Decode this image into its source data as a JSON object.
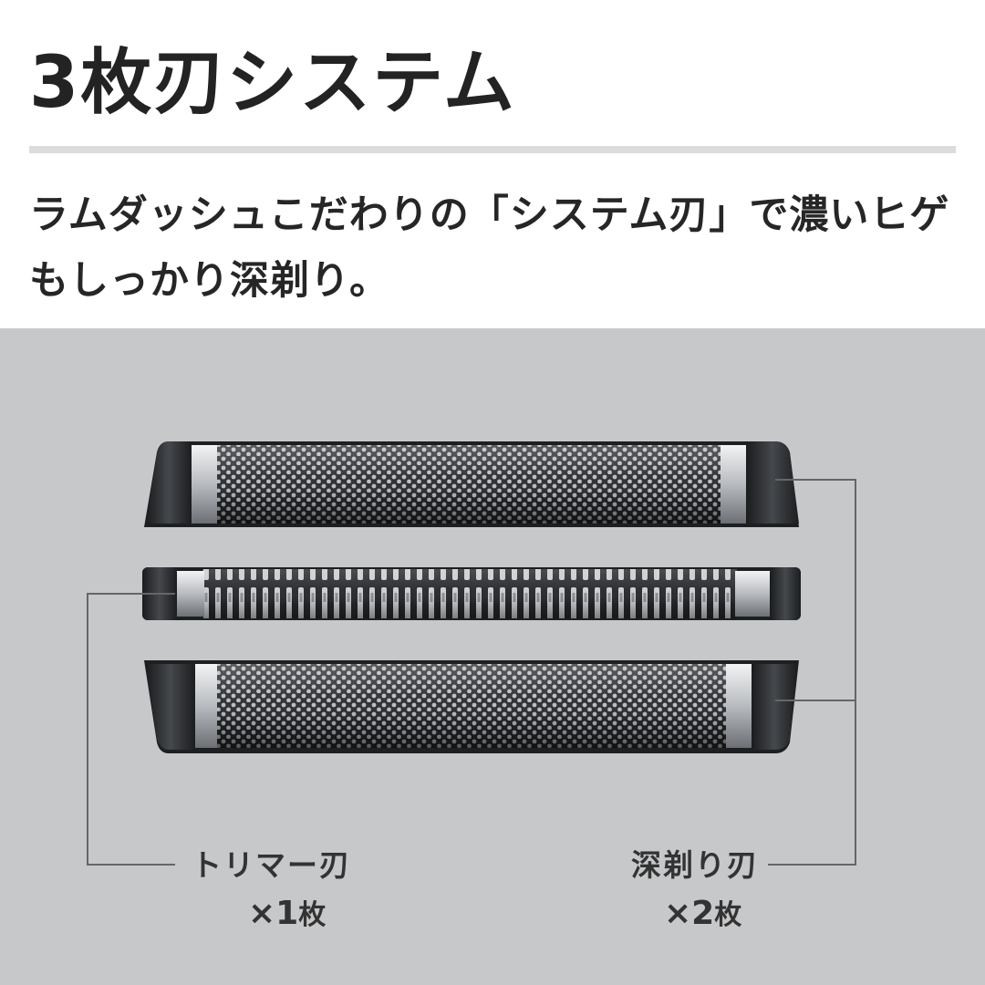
{
  "title": "3枚刃システム",
  "description": {
    "line1": "ラムダッシュこだわりの「システム刃」で濃いヒゲ",
    "line2": "もしっかり深剃り。"
  },
  "callouts": {
    "trimmer": {
      "label": "トリマー刃",
      "count": "×1",
      "unit": "枚"
    },
    "deep": {
      "label": "深剃り刃",
      "count": "×2",
      "unit": "枚"
    }
  },
  "colors": {
    "text": "#232323",
    "rule": "#dcdcdc",
    "stage": "#c7c8ca",
    "leader": "#666666"
  },
  "icons": [
    "foil-blade-top",
    "trimmer-blade",
    "foil-blade-bottom"
  ]
}
